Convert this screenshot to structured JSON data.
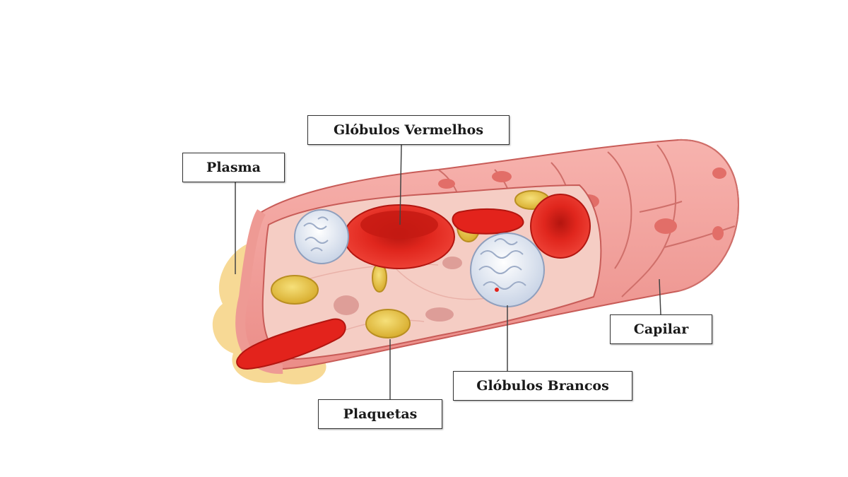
{
  "labels": {
    "globulos_vermelhos": "Glóbulos Vermelhos",
    "plasma": "Plasma",
    "capilar": "Capilar",
    "globulos_brancos": "Glóbulos Brancos",
    "plaquetas": "Plaquetas"
  },
  "colors": {
    "vessel_wall": "#f4a3a0",
    "vessel_wall_dark": "#d9706e",
    "vessel_interior": "#f7cfc7",
    "red_cell": "#e3231c",
    "red_cell_dark": "#a8120e",
    "platelet": "#e8c84a",
    "white_cell": "#e6ecf5",
    "plasma": "#f6d58a"
  }
}
